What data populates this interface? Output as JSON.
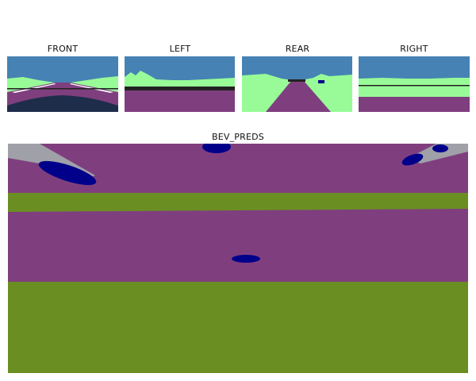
{
  "cameras": {
    "front": {
      "title": "FRONT"
    },
    "left": {
      "title": "LEFT"
    },
    "rear": {
      "title": "REAR"
    },
    "right": {
      "title": "RIGHT"
    }
  },
  "bev": {
    "title": "BEV_PREDS"
  },
  "colors": {
    "sky": "#4682b4",
    "vegetation": "#98fb98",
    "road": "#7f3f7f",
    "sidewalk": "#6b8e23",
    "vehicle": "#00008b",
    "ego_hood": "#1e2d4a",
    "terrain": "#a0a0a8",
    "lane_line": "#ffffff",
    "structure": "#222222"
  }
}
